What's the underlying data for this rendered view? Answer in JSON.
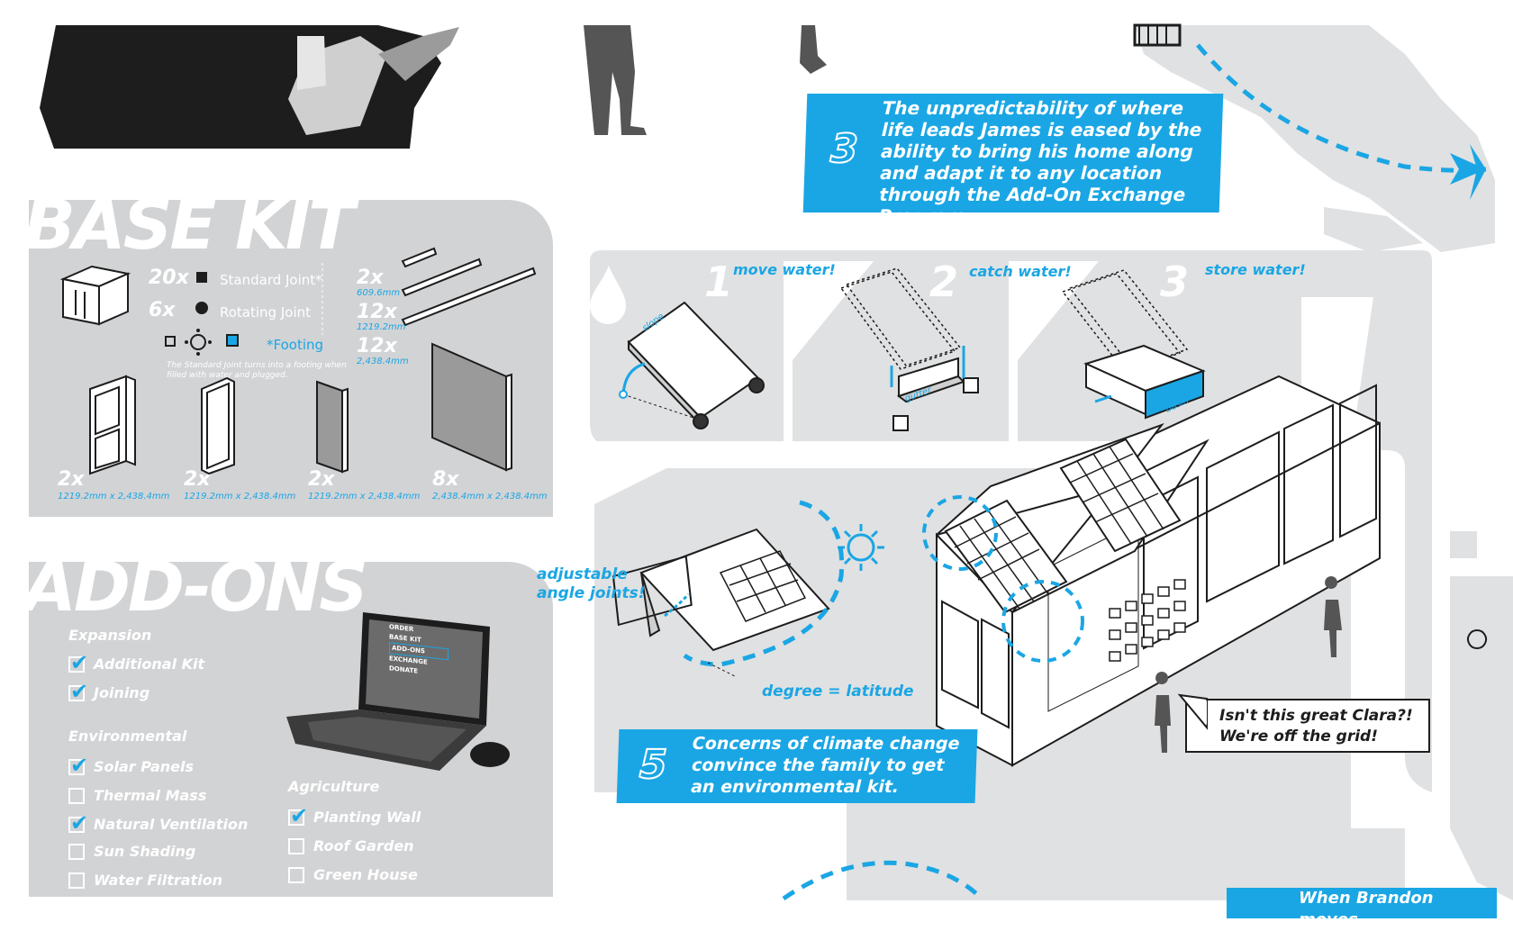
{
  "base_kit": {
    "title": "BASE KIT",
    "joints": [
      {
        "count": "20x",
        "label": "Standard Joint*"
      },
      {
        "count": "6x",
        "label": "Rotating Joint"
      }
    ],
    "footing_label": "*Footing",
    "footing_note": "The Standard Joint turns into a footing when filled with water and plugged.",
    "beams": [
      {
        "count": "2x",
        "dim": "609.6mm"
      },
      {
        "count": "12x",
        "dim": "1219.2mm"
      },
      {
        "count": "12x",
        "dim": "2,438.4mm"
      }
    ],
    "panels": [
      {
        "count": "2x",
        "dim": "1219.2mm x 2,438.4mm"
      },
      {
        "count": "2x",
        "dim": "1219.2mm x 2,438.4mm"
      },
      {
        "count": "2x",
        "dim": "1219.2mm x 2,438.4mm"
      },
      {
        "count": "8x",
        "dim": "2,438.4mm x 2,438.4mm"
      }
    ]
  },
  "add_ons": {
    "title": "ADD-ONS",
    "expansion": {
      "label": "Expansion",
      "items": [
        {
          "label": "Additional Kit",
          "checked": true
        },
        {
          "label": "Joining",
          "checked": true
        }
      ]
    },
    "environmental": {
      "label": "Environmental",
      "items": [
        {
          "label": "Solar Panels",
          "checked": true
        },
        {
          "label": "Thermal Mass",
          "checked": false
        },
        {
          "label": "Natural Ventilation",
          "checked": true
        },
        {
          "label": "Sun Shading",
          "checked": false
        },
        {
          "label": "Water Filtration",
          "checked": false
        }
      ]
    },
    "agriculture": {
      "label": "Agriculture",
      "items": [
        {
          "label": "Planting Wall",
          "checked": true
        },
        {
          "label": "Roof Garden",
          "checked": false
        },
        {
          "label": "Green House",
          "checked": false
        }
      ]
    },
    "laptop_menu": [
      "ORDER",
      "BASE KIT",
      "ADD-ONS",
      "EXCHANGE",
      "DONATE"
    ]
  },
  "callout_3": {
    "number": "3",
    "text": "The unpredictability of where life leads James is eased by the ability to bring his home along and adapt it to any location through the Add-On Exchange Program."
  },
  "water_steps": [
    {
      "num": "1",
      "label": "move water!",
      "tag": "slope"
    },
    {
      "num": "2",
      "label": "catch water!",
      "tag": "gutter"
    },
    {
      "num": "3",
      "label": "store water!",
      "tag": "basin"
    }
  ],
  "solar": {
    "adjustable_label": "adjustable\nangle joints!",
    "degree_label": "degree = latitude"
  },
  "callout_5": {
    "number": "5",
    "text": "Concerns of climate change convince the family to get an environmental kit."
  },
  "speech": "Isn't this great Clara?! We're off the grid!",
  "bottom_cut": "When Brandon moves",
  "colors": {
    "accent": "#1aa6e4",
    "panel": "#d2d3d5",
    "dark": "#1a1a1a"
  }
}
